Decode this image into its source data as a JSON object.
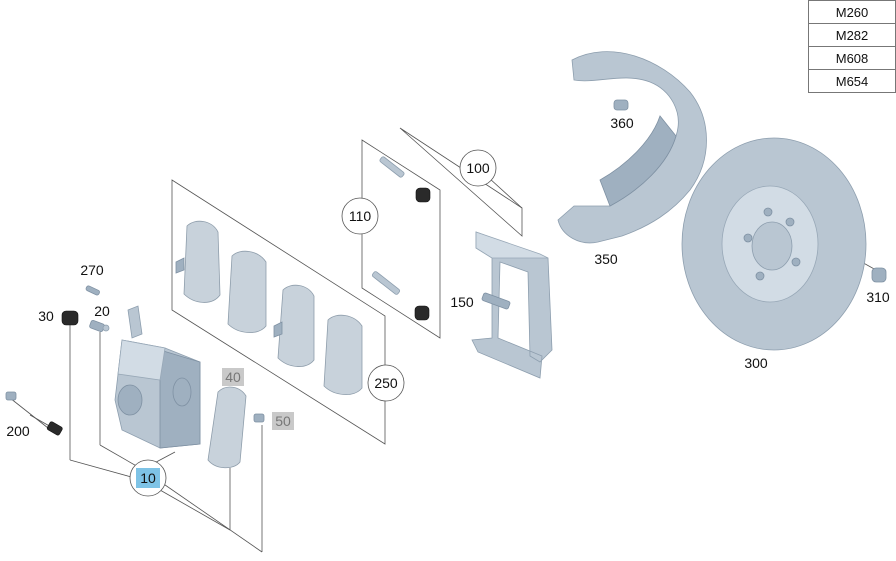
{
  "models": [
    "M260",
    "M282",
    "M608",
    "M654"
  ],
  "callouts": {
    "c10": "10",
    "c20": "20",
    "c30": "30",
    "c40": "40",
    "c50": "50",
    "c100": "100",
    "c110": "110",
    "c150": "150",
    "c200": "200",
    "c250": "250",
    "c270": "270",
    "c300": "300",
    "c310": "310",
    "c350": "350",
    "c360": "360"
  },
  "colors": {
    "highlight": "#7ec3e6",
    "superseded": "#c9c9c9",
    "part": "#b9c6d2"
  }
}
